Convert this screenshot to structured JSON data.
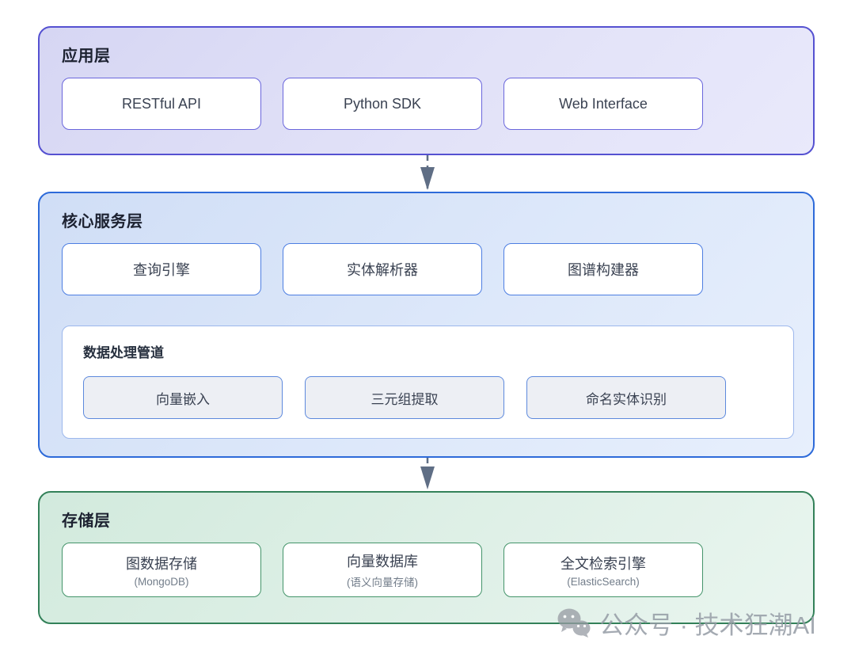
{
  "diagram": {
    "name": "knowledge-graph-architecture",
    "layers": [
      {
        "id": "application",
        "title": "应用层",
        "boxes": [
          {
            "label": "RESTful API"
          },
          {
            "label": "Python SDK"
          },
          {
            "label": "Web Interface"
          }
        ]
      },
      {
        "id": "core-services",
        "title": "核心服务层",
        "boxes": [
          {
            "label": "查询引擎"
          },
          {
            "label": "实体解析器"
          },
          {
            "label": "图谱构建器"
          }
        ],
        "pipeline": {
          "title": "数据处理管道",
          "boxes": [
            {
              "label": "向量嵌入"
            },
            {
              "label": "三元组提取"
            },
            {
              "label": "命名实体识别"
            }
          ]
        }
      },
      {
        "id": "storage",
        "title": "存储层",
        "boxes": [
          {
            "label": "图数据存储",
            "sublabel": "(MongoDB)"
          },
          {
            "label": "向量数据库",
            "sublabel": "(语义向量存储)"
          },
          {
            "label": "全文检索引擎",
            "sublabel": "(ElasticSearch)"
          }
        ]
      }
    ],
    "colors": {
      "application_border": "#5551d1",
      "application_bg": "#dcdcf6",
      "core_border": "#2d6ad9",
      "core_bg": "#d9e4f8",
      "storage_border": "#338159",
      "storage_bg": "#d8ecdf",
      "arrow": "#5f6e85"
    },
    "watermark": {
      "icon": "wechat-icon",
      "text": "公众号 · 技术狂潮AI"
    }
  }
}
